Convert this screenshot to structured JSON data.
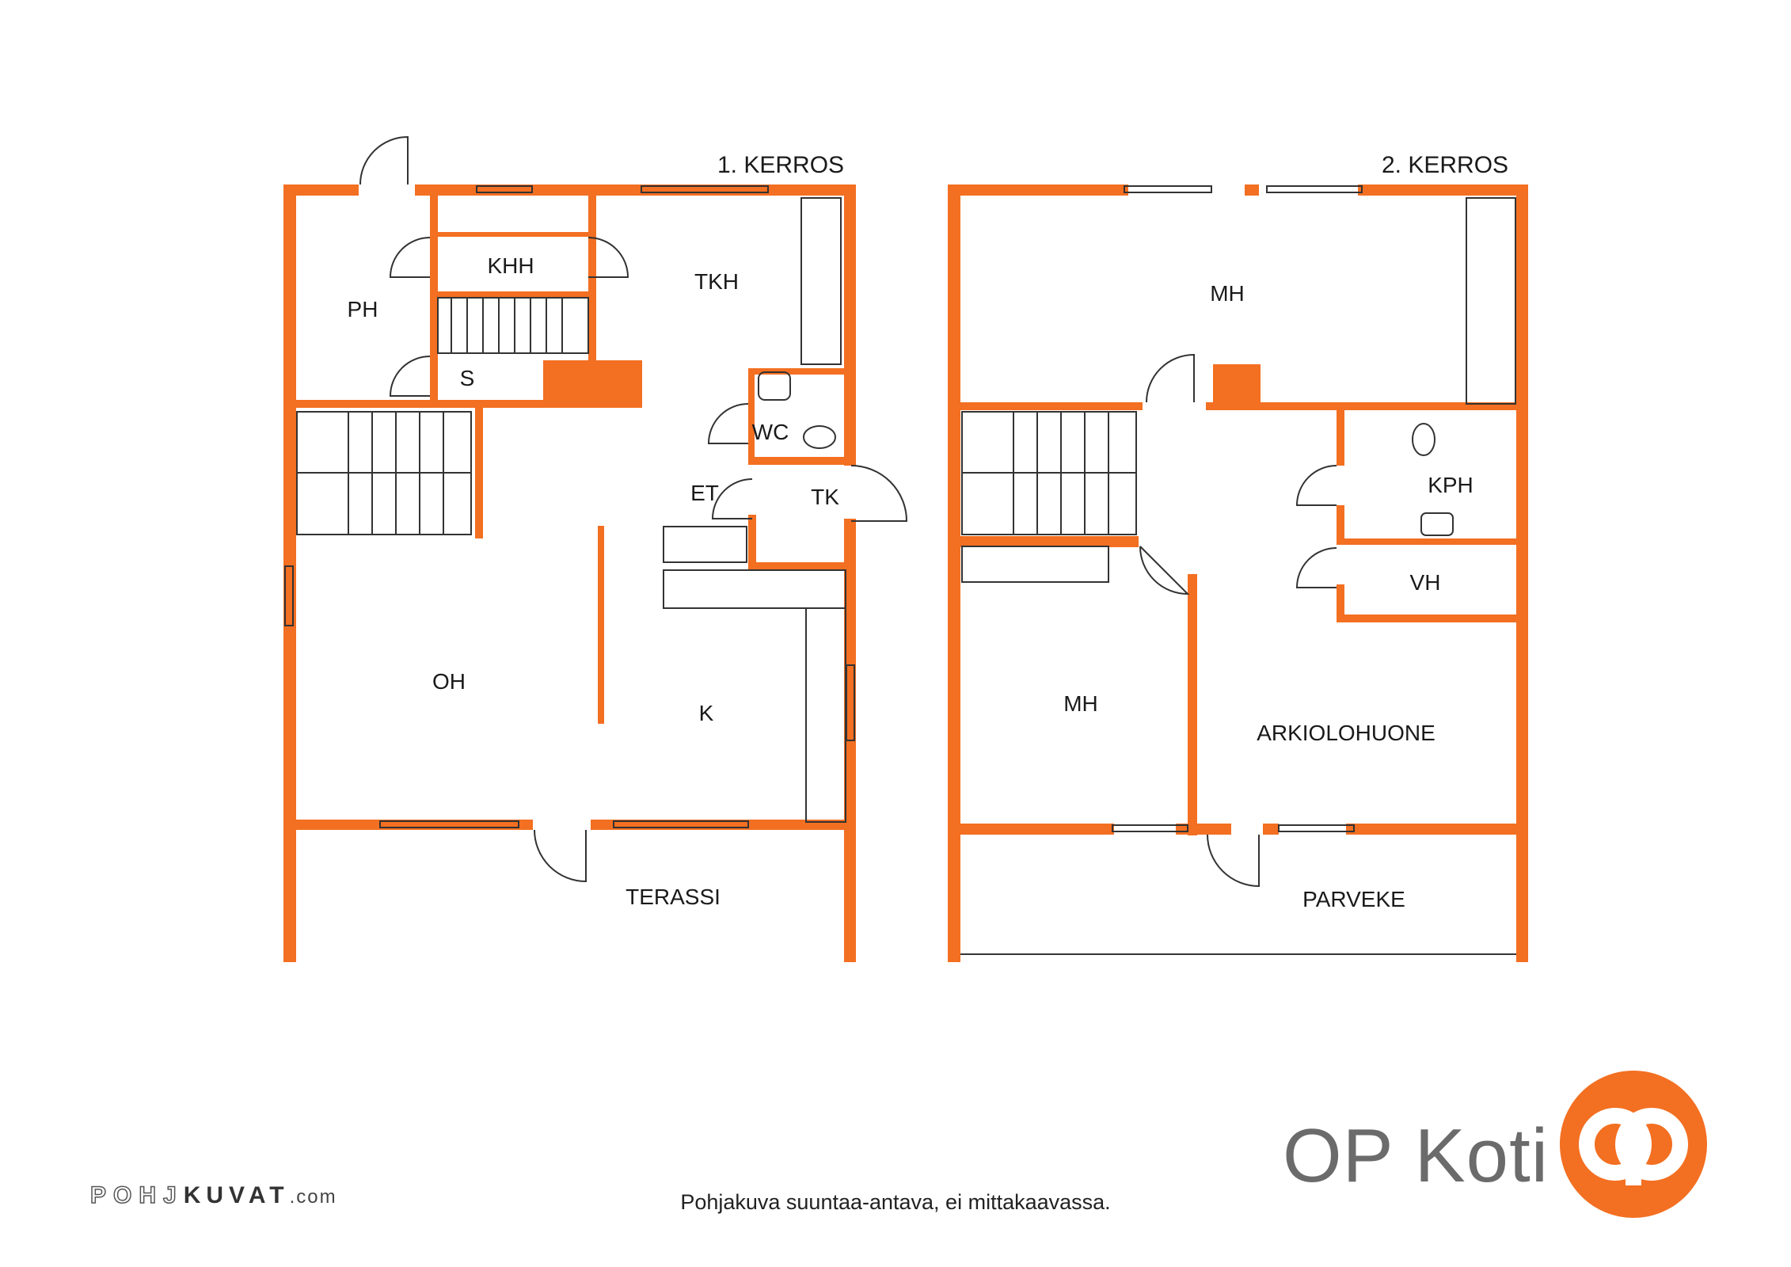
{
  "floors": [
    {
      "title": "1. KERROS"
    },
    {
      "title": "2. KERROS"
    }
  ],
  "rooms_floor1": {
    "ph": "PH",
    "khh": "KHH",
    "tkh": "TKH",
    "s": "S",
    "wc": "WC",
    "et": "ET",
    "tk": "TK",
    "oh": "OH",
    "k": "K",
    "terassi": "TERASSI"
  },
  "rooms_floor2": {
    "mh_top": "MH",
    "kph": "KPH",
    "vh": "VH",
    "mh_left": "MH",
    "arkiolohuone": "ARKIOLOHUONE",
    "parveke": "PARVEKE"
  },
  "footer": {
    "note": "Pohjakuva suuntaa-antava, ei mittakaavassa."
  },
  "brand": {
    "name": "OP Koti",
    "color": "#f36f21"
  },
  "watermark": {
    "part1": "POHJ",
    "part2": "KUVAT",
    "part3": ".com"
  },
  "colors": {
    "wall": "#f36f21",
    "line": "#333333"
  }
}
